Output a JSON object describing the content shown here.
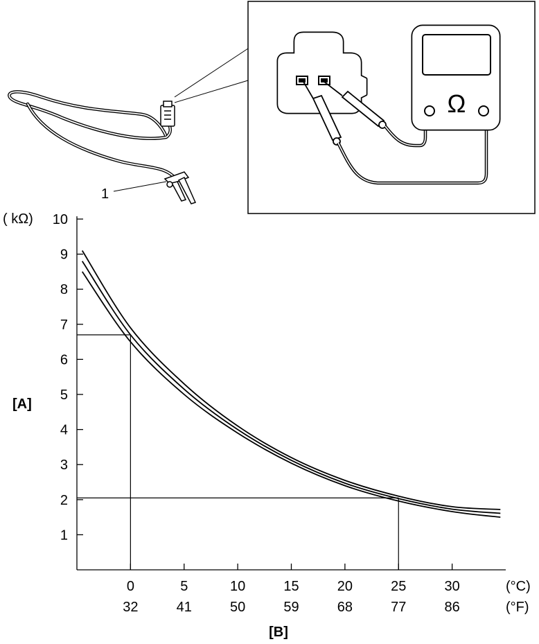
{
  "illustration": {
    "callout_number": "1",
    "meter_symbol": "Ω"
  },
  "chart_data": {
    "type": "line",
    "ylabel_unit": "( kΩ)",
    "ylabel": "[A]",
    "xlabel": "[B]",
    "x_unit_celsius": "(°C)",
    "x_unit_fahrenheit": "(°F)",
    "xlim": [
      -5,
      35
    ],
    "ylim": [
      0,
      10
    ],
    "y_ticks": [
      1,
      2,
      3,
      4,
      5,
      6,
      7,
      8,
      9,
      10
    ],
    "x_ticks_celsius": [
      0,
      5,
      10,
      15,
      20,
      25,
      30
    ],
    "x_ticks_fahrenheit": [
      32,
      41,
      50,
      59,
      68,
      77,
      86
    ],
    "series": [
      {
        "x": [
          -4.5,
          0,
          5,
          10,
          15,
          20,
          25,
          30,
          34.5
        ],
        "y": [
          9.1,
          6.9,
          5.3,
          4.1,
          3.2,
          2.55,
          2.1,
          1.8,
          1.72
        ]
      },
      {
        "x": [
          -4.5,
          0,
          5,
          10,
          15,
          20,
          25,
          30,
          34.5
        ],
        "y": [
          8.8,
          6.7,
          5.15,
          4.0,
          3.12,
          2.47,
          2.03,
          1.73,
          1.61
        ]
      },
      {
        "x": [
          -4.5,
          0,
          5,
          10,
          15,
          20,
          25,
          30,
          34.5
        ],
        "y": [
          8.5,
          6.5,
          5.0,
          3.9,
          3.04,
          2.4,
          1.96,
          1.66,
          1.5
        ]
      }
    ],
    "reference_points": [
      {
        "x": 0,
        "y": 6.7
      },
      {
        "x": 25,
        "y": 2.05
      }
    ]
  }
}
